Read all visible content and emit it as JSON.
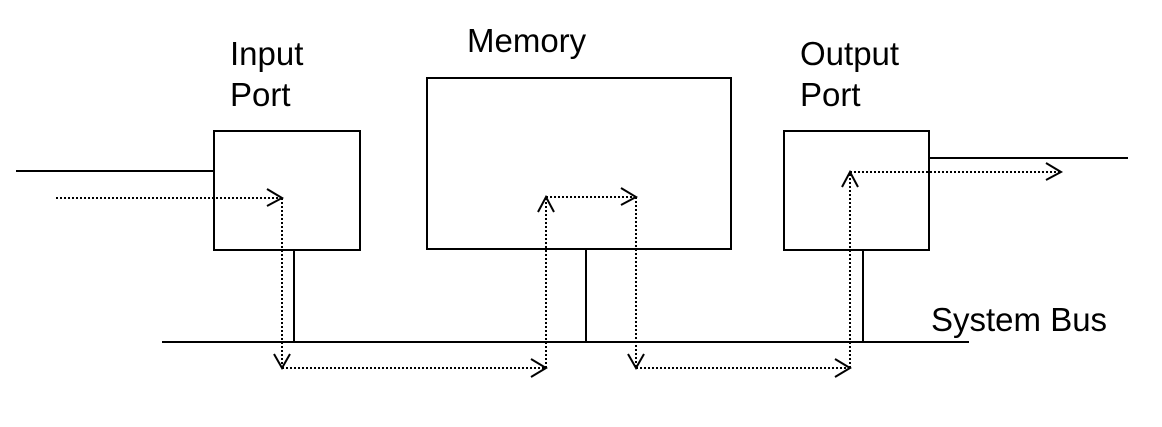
{
  "diagram": {
    "title": "Data transfer via system bus",
    "components": {
      "input_port": {
        "label_line1": "Input",
        "label_line2": "Port"
      },
      "memory": {
        "label": "Memory"
      },
      "output_port": {
        "label_line1": "Output",
        "label_line2": "Port"
      },
      "system_bus": {
        "label": "System Bus"
      }
    },
    "flow": [
      "external input -> Input Port",
      "Input Port -> System Bus -> Memory",
      "Memory -> System Bus -> Output Port",
      "Output Port -> external output"
    ],
    "colors": {
      "stroke": "#000000",
      "background": "#ffffff"
    }
  }
}
